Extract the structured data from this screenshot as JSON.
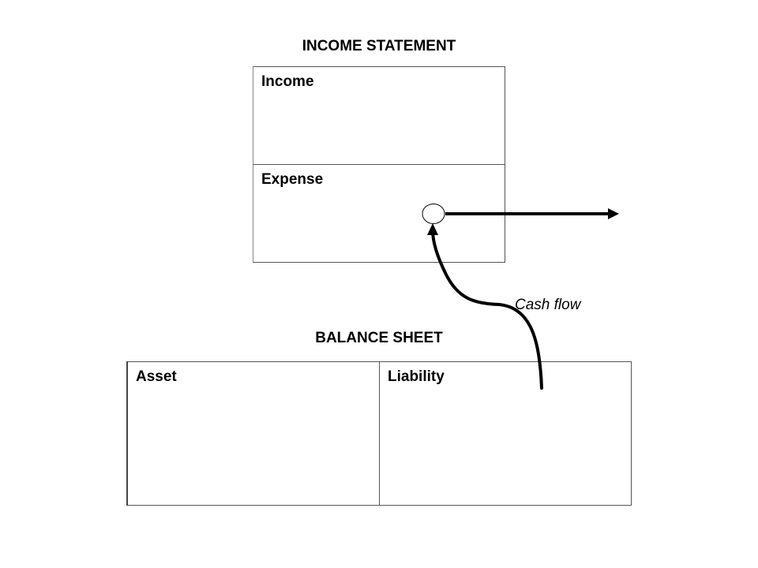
{
  "income_statement": {
    "title": "INCOME STATEMENT",
    "income_label": "Income",
    "expense_label": "Expense"
  },
  "balance_sheet": {
    "title": "BALANCE SHEET",
    "asset_label": "Asset",
    "liability_label": "Liability"
  },
  "flow": {
    "label": "Cash flow"
  }
}
